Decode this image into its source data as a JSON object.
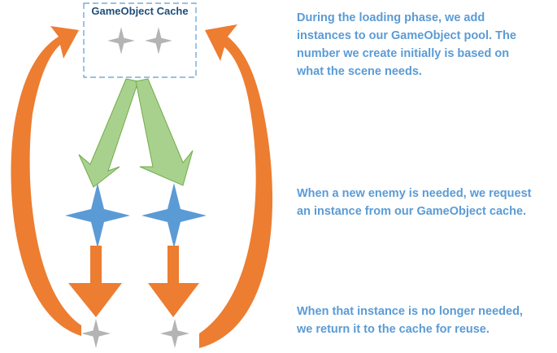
{
  "cache": {
    "title": "GameObject Cache"
  },
  "notes": {
    "loading": "During the loading phase, we add\ninstances to our GameObject pool.  The\nnumber we create initially is based on\nwhat the scene needs.",
    "request": "When a new enemy is needed, we request\nan instance from our GameObject cache.",
    "return": "When that instance is no longer needed,\nwe return it to the cache for reuse."
  },
  "colors": {
    "text_blue": "#5b9bd5",
    "cache_border": "#5b9bd5",
    "cache_title": "#1f4e79",
    "green_arrow_fill": "#a9d18e",
    "green_arrow_stroke": "#70ad47",
    "active_star": "#5b9bd5",
    "orange_arrow": "#ed7d31",
    "inactive_star": "#b4b4b4"
  }
}
